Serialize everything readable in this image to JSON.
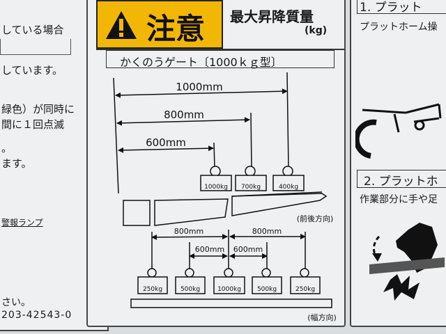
{
  "left_panel": {
    "lines": [
      "している場合",
      "しています。",
      "緑色）が同時に",
      "間に１回点滅",
      "。",
      "ます。",
      "警報ランプ",
      "さい。",
      "203-42543-0"
    ]
  },
  "center_panel": {
    "warning_title": "注意",
    "header_line1": "最大昇降質量",
    "header_unit": "(kg)",
    "gate_title": "かくのうゲート〔1000ｋｇ型〕",
    "depth_dims": [
      "1000mm",
      "800mm",
      "600mm"
    ],
    "depth_weights": [
      "1000kg",
      "700kg",
      "400kg"
    ],
    "depth_direction": "(前後方向)",
    "width_dims": [
      "800mm",
      "800mm",
      "600mm",
      "600mm"
    ],
    "width_weights": [
      "250kg",
      "500kg",
      "1000kg",
      "500kg",
      "250kg"
    ],
    "width_direction": "(幅方向)"
  },
  "right_panel": {
    "step1_title": "1. プラット",
    "step1_text": "プラットホーム操",
    "step2_title": "2. プラットホ",
    "step2_text": "作業部分に手や足"
  },
  "colors": {
    "warning_yellow": "#f2b705",
    "panel_bg": "#eef0f1",
    "line": "#1a1a1a"
  }
}
